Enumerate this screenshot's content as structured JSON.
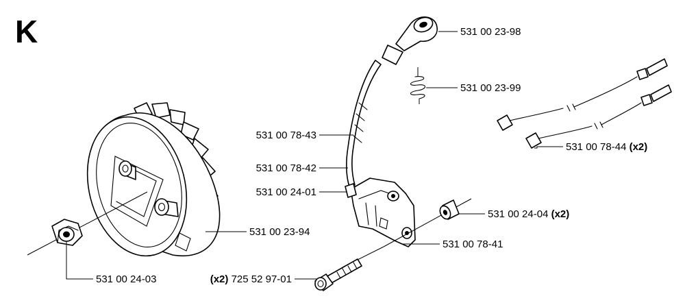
{
  "section_letter": "K",
  "labels": [
    {
      "id": "ignition-cap",
      "number": "531 00 23-98",
      "qty": ""
    },
    {
      "id": "spring",
      "number": "531 00 23-99",
      "qty": ""
    },
    {
      "id": "ht-lead",
      "number": "531 00 78-43",
      "qty": ""
    },
    {
      "id": "lead-sleeve",
      "number": "531 00 78-42",
      "qty": ""
    },
    {
      "id": "coil-clip",
      "number": "531 00 24-01",
      "qty": ""
    },
    {
      "id": "flywheel",
      "number": "531 00 23-94",
      "qty": ""
    },
    {
      "id": "nut",
      "number": "531 00 24-03",
      "qty": ""
    },
    {
      "id": "bushing",
      "number": "531 00 24-04",
      "qty": "(x2)"
    },
    {
      "id": "ignition-module",
      "number": "531 00 78-41",
      "qty": ""
    },
    {
      "id": "screw",
      "number": "725 52 97-01",
      "qty": "(x2)"
    },
    {
      "id": "ignition-cables",
      "number": "531 00 78-44",
      "qty": "(x2)"
    }
  ]
}
